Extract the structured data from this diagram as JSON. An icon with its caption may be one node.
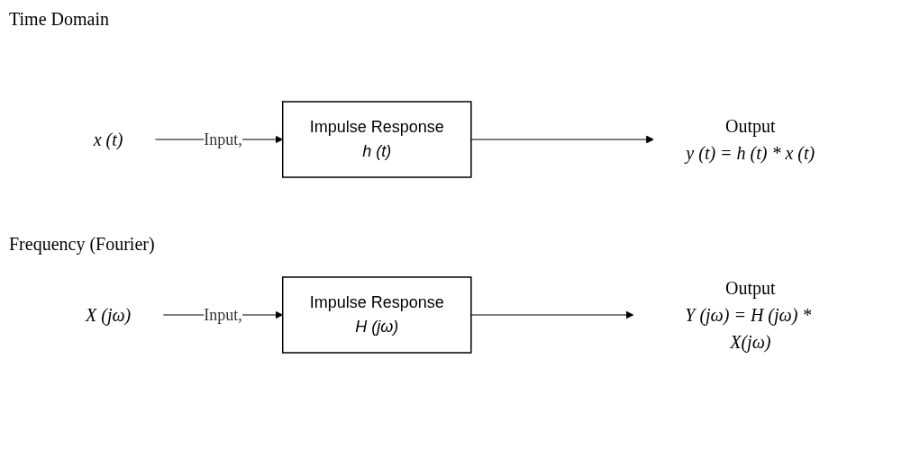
{
  "diagram": {
    "nodes": [
      {
        "text": [
          "x (t)"
        ]
      },
      {
        "text": [
          "Impulse Response",
          "h (t)"
        ]
      },
      {
        "text": [
          "Output",
          "y (t) = h (t) * x (t)"
        ]
      },
      {
        "text": [
          "X (jω)"
        ]
      },
      {
        "text": [
          "Impulse Response",
          "H (jω)"
        ]
      },
      {
        "text": [
          "Output",
          "Y (jω) = H (jω) * X(jω)"
        ]
      }
    ],
    "edges": [
      {
        "from": 0,
        "to": 1,
        "arrow": "to",
        "label": "Input,"
      },
      {
        "from": 1,
        "to": 2,
        "arrow": "to"
      },
      {
        "from": 3,
        "to": 4,
        "arrow": "to",
        "label": "Input,"
      },
      {
        "from": 4,
        "to": 5,
        "arrow": "to"
      }
    ],
    "labels": [
      "Time Domain",
      "Frequency (Fourier)"
    ]
  }
}
